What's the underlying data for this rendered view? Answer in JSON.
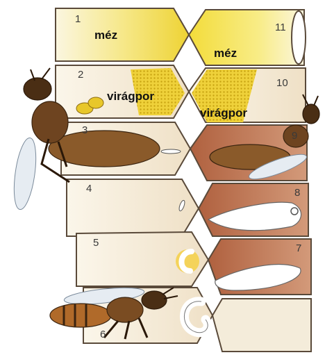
{
  "labels": {
    "honey_left": "méz",
    "honey_right": "méz",
    "pollen_left": "virágpor",
    "pollen_right": "virágpor"
  },
  "cell_numbers": [
    "1",
    "2",
    "3",
    "4",
    "5",
    "6",
    "7",
    "8",
    "9",
    "10",
    "11"
  ],
  "colors": {
    "cell_wall": "#5a4a3a",
    "cell_fill": "#f7efdd",
    "honey": "#f3e04a",
    "pollen": "#e8c72a",
    "brood_cell": "#a5573a",
    "larva": "#ffffff",
    "bee_body": "#8a5a2a",
    "bee_wing": "#e6ecf2"
  }
}
